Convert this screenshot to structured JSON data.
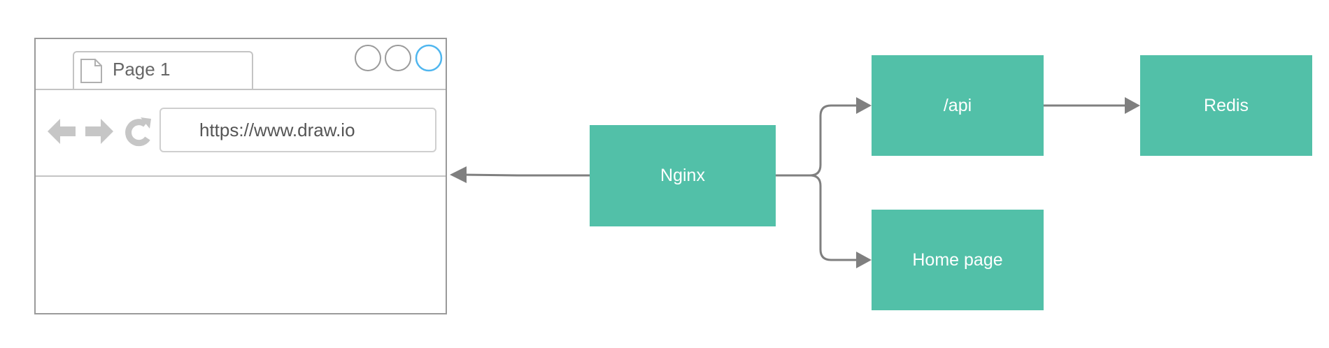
{
  "browser": {
    "tab_label": "Page 1",
    "url": "https://www.draw.io"
  },
  "boxes": {
    "nginx": "Nginx",
    "api": "/api",
    "redis": "Redis",
    "home": "Home page"
  },
  "colors": {
    "box_fill": "#52c0a8",
    "box_text": "#ffffff",
    "connector": "#7f7f7f",
    "window_button_active": "#4fb6ef",
    "window_button": "#9a9a9a"
  }
}
